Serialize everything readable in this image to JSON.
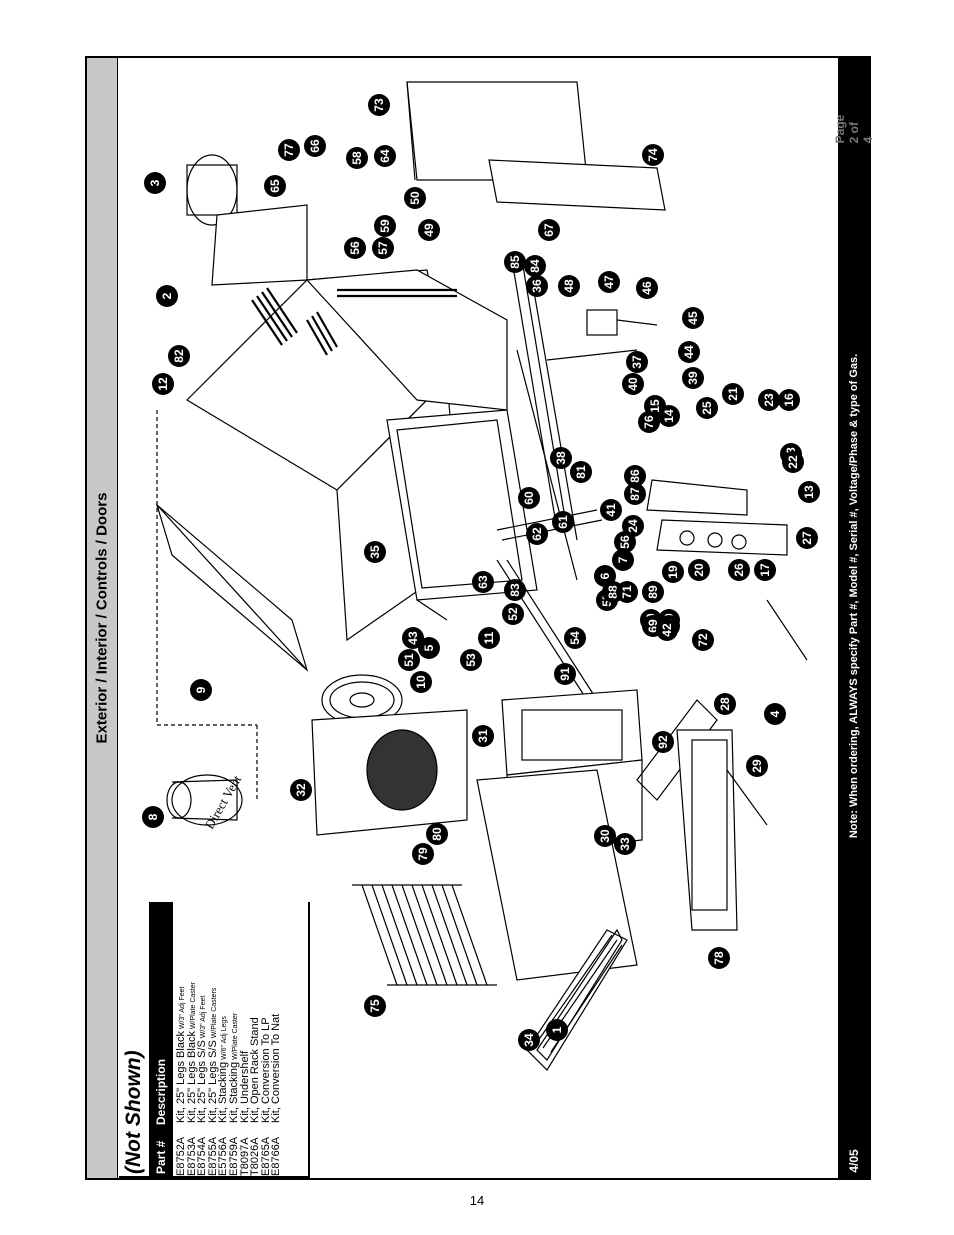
{
  "section_heading": "Exterior / Interior / Controls / Doors",
  "note": "Note: When ordering, ALWAYS specify Part #, Model #, Serial #, Voltage/Phase & type of Gas.",
  "date": "4/05",
  "page_of": "Page 2 of 4",
  "page_number": "14",
  "not_shown": {
    "title": "(Not Shown)",
    "col_part": "Part #",
    "col_desc": "Description",
    "rows": [
      {
        "part": "E8752A",
        "desc": "Kit, 25\" Legs Black",
        "detail": "W/3\" Adj Feet"
      },
      {
        "part": "E8753A",
        "desc": "Kit, 25\" Legs Black",
        "detail": "W/Plate Caster"
      },
      {
        "part": "E8754A",
        "desc": "Kit, 25\" Legs S/S",
        "detail": "W/3\" Adj Feet"
      },
      {
        "part": "E8755A",
        "desc": "Kit, 25\" Legs S/S",
        "detail": "W/Plate Casters"
      },
      {
        "part": "E5756A",
        "desc": "Kit, Stacking",
        "detail": "W/6\" Adj Legs"
      },
      {
        "part": "E8759A",
        "desc": "Kit, Stacking",
        "detail": "W/Plate Caster"
      },
      {
        "part": "T8097A",
        "desc": "Kit, Undershelf",
        "detail": ""
      },
      {
        "part": "T8026A",
        "desc": "Kit, Open Rack Stand",
        "detail": ""
      },
      {
        "part": "E8765A",
        "desc": "Kit, Conversion To LP",
        "detail": ""
      },
      {
        "part": "E8766A",
        "desc": "Kit, Conversion To Nat",
        "detail": ""
      }
    ]
  },
  "diagram": {
    "direct_vent_label": "Direct Vent",
    "callouts": [
      "73",
      "74",
      "3",
      "77",
      "66",
      "58",
      "64",
      "65",
      "50",
      "49",
      "67",
      "2",
      "56",
      "57",
      "59",
      "85",
      "84",
      "36",
      "48",
      "47",
      "46",
      "12",
      "82",
      "45",
      "44",
      "37",
      "39",
      "40",
      "21",
      "23",
      "16",
      "35",
      "38",
      "81",
      "15",
      "76",
      "14",
      "25",
      "86",
      "18",
      "22",
      "87",
      "13",
      "60",
      "61",
      "41",
      "24",
      "27",
      "62",
      "63",
      "56",
      "7",
      "6",
      "19",
      "20",
      "26",
      "17",
      "52",
      "83",
      "55",
      "88",
      "71",
      "89",
      "90",
      "70",
      "69",
      "68",
      "54",
      "11",
      "42",
      "72",
      "43",
      "51",
      "5",
      "53",
      "9",
      "10",
      "91",
      "28",
      "4",
      "92",
      "32",
      "8",
      "31",
      "29",
      "80",
      "79",
      "30",
      "33",
      "78",
      "75",
      "34",
      "1"
    ]
  },
  "colors": {
    "gray_strip": "#c8c8c8",
    "black_strip": "#000000"
  }
}
